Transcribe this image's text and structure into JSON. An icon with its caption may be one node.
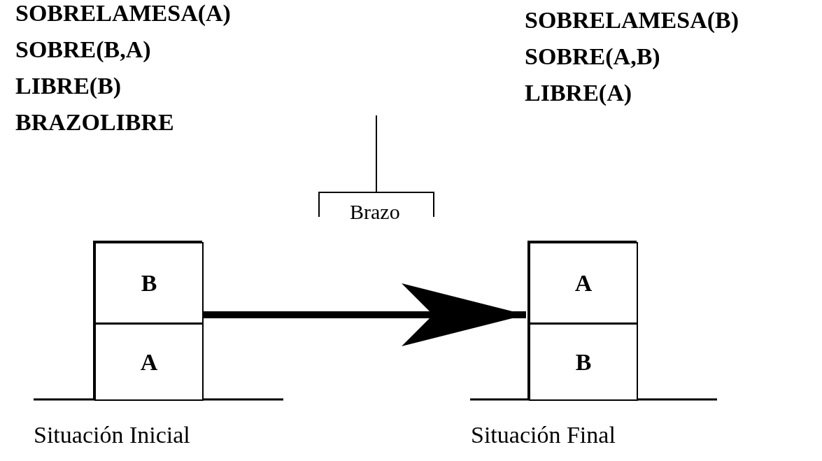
{
  "diagram": {
    "nodes": [
      {
        "text": [],
        "shape": "box",
        "beside": [
          "Situación Inicial"
        ]
      },
      {
        "text": [
          "B"
        ],
        "in": 0
      },
      {
        "text": [
          "A"
        ],
        "in": 0
      },
      {
        "text": [],
        "shape": "box",
        "beside": [
          "Situación Final"
        ]
      },
      {
        "text": [
          "A"
        ],
        "in": 3
      },
      {
        "text": [
          "B"
        ],
        "in": 3
      }
    ],
    "edges": [
      {
        "from": 0,
        "to": 3,
        "arrow": "to"
      }
    ],
    "labels": [
      "SOBRELAMESA(A)",
      "SOBRE(B,A)",
      "LIBRE(B)",
      "BRAZOLIBRE",
      "SOBRELAMESA(B)",
      "SOBRE(A,B)",
      "LIBRE(A)",
      "Brazo"
    ]
  }
}
